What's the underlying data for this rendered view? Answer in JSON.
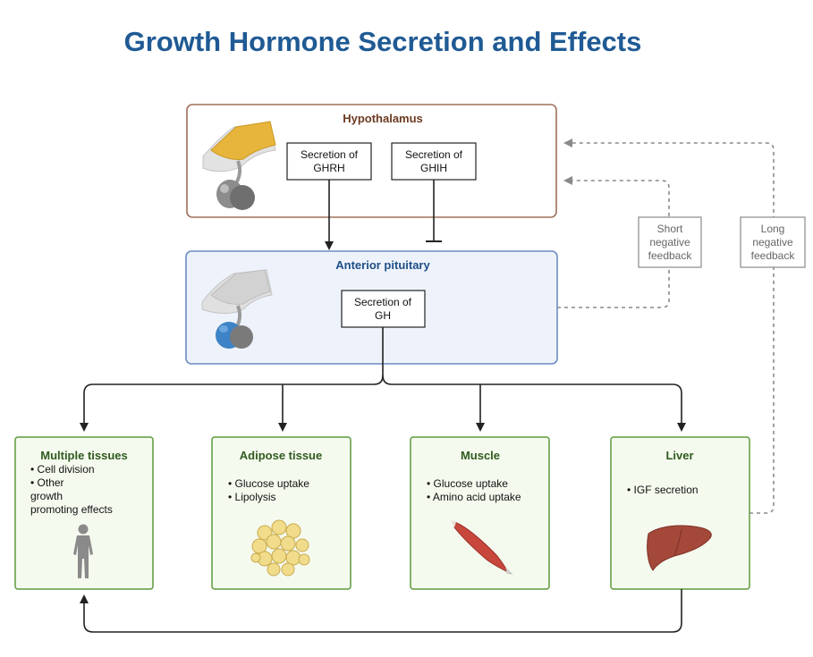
{
  "title": "Growth Hormone Secretion and Effects",
  "hypothalamus": {
    "label": "Hypothalamus",
    "ghrh": [
      "Secretion of",
      "GHRH"
    ],
    "ghih": [
      "Secretion of",
      "GHIH"
    ]
  },
  "pituitary": {
    "label": "Anterior pituitary",
    "gh": [
      "Secretion of",
      "GH"
    ]
  },
  "feedback": {
    "short": [
      "Short",
      "negative",
      "feedback"
    ],
    "long": [
      "Long",
      "negative",
      "feedback"
    ]
  },
  "targets": {
    "multiple": {
      "label": "Multiple tissues",
      "lines": [
        "• Cell division",
        "• Other",
        "growth",
        "promoting effects"
      ]
    },
    "adipose": {
      "label": "Adipose tissue",
      "lines": [
        "• Glucose uptake",
        "• Lipolysis"
      ]
    },
    "muscle": {
      "label": "Muscle",
      "lines": [
        "• Glucose uptake",
        "• Amino acid uptake"
      ]
    },
    "liver": {
      "label": "Liver",
      "lines": [
        "• IGF secretion"
      ]
    }
  },
  "colors": {
    "title": "#1f5a94",
    "hypothalamus_border": "#a0705a",
    "hypothalamus_label": "#6b3a22",
    "pituitary_border": "#6d8cc4",
    "pituitary_fill": "#eef3fb",
    "pituitary_label": "#1f4f86",
    "target_border": "#5c9a3c",
    "target_fill": "#f5faef",
    "target_label": "#2f5a1e",
    "feedback": "#8a8a8a"
  }
}
